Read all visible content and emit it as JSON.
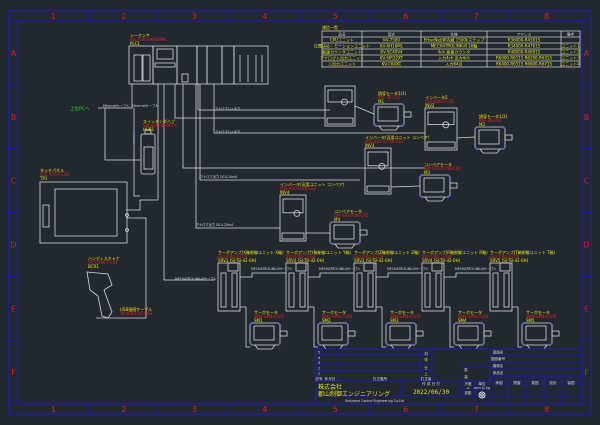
{
  "frame": {
    "columns": [
      "1",
      "2",
      "3",
      "4",
      "5",
      "6",
      "7",
      "8"
    ],
    "rows": [
      "A",
      "B",
      "C",
      "D",
      "E",
      "F"
    ]
  },
  "device_table": {
    "title": "通信一覧",
    "headers": [
      "品名",
      "型式",
      "仕様",
      "アドレス",
      "備考"
    ],
    "rows": [
      [
        "CPUユニット",
        "KV-7500",
        "EtherNet/IP内蔵 1500kステップ",
        "R36000-R43915",
        ""
      ],
      [
        "位置決め・モーションユニット",
        "KV-XH16ML",
        "MECHATROLINK-III 16軸",
        "R34000-R47615",
        "ユニット1"
      ],
      [
        "高速カウンタユニット",
        "KV-SC40V4",
        "4ch 高速カウンタ",
        "R48000-R49915",
        "ユニット2"
      ],
      [
        "アナログ入出力ユニット",
        "KV-SIR32XT",
        "入力4ch 出力4ch",
        "R6000-R6115 R6200-R6315",
        "ユニット3"
      ],
      [
        "入出力ユニット",
        "KV-C64XC",
        "入力64点",
        "R6400-R6515 R6600-R6715",
        "ユニット4"
      ]
    ]
  },
  "components": {
    "plc": {
      "l1": "シーケンサ",
      "l2": "KV-7500+XH16ML",
      "l3": "PLC1"
    },
    "external_lan": "上位PCへ",
    "lan_cable1": "Ethernetケーブル",
    "lan_cable2": "Ethernetケーブル",
    "switch": {
      "l1": "スイッチングハブ",
      "l2": "SW-HUB-8PORT-C",
      "l3": "HUB1"
    },
    "hmi": {
      "l1": "タッチパネル",
      "l2": "VT5-X15-T-C01",
      "l3": "TP1"
    },
    "scanner": {
      "l1": "ハンディスキャナ",
      "l2": "SR-G100-T-C01",
      "l3": "BCR1"
    },
    "scanner_cable": {
      "l1": "USB接続ケーブル",
      "l2": "OP-88013-T-C03"
    },
    "hmi_cable": "Ethernetケーブル",
    "inv1": {
      "l1": "インバータ1",
      "l3": "INV1"
    },
    "motor1": {
      "l1": "誘導モータ1(1)",
      "l2": "IMF-TB-C01",
      "l3": "M1"
    },
    "inv2": {
      "l1": "インバータ2",
      "l2": "FRE-800-T-C01",
      "l3": "INV2"
    },
    "motor2": {
      "l1": "誘導モータ1(2)",
      "l2": "IMF-TB-C02",
      "l3": "M2"
    },
    "inv3": {
      "l1": "インバータ(汎用ユニット コンベア)",
      "l2": "FRE-820-0.75K-C01",
      "l3": "INV3"
    },
    "motor3": {
      "l1": "コンベアモータ",
      "l2": "GM-SSY-0.75K-C01",
      "l3": "M3"
    },
    "inv4": {
      "l1": "インバータ(汎用ユニット コンベア)",
      "l2": "FRE-820-0.4K-C02",
      "l3": "INV4"
    },
    "motor4": {
      "l1": "コンベアモータ",
      "l2": "GM-SSY-0.4K-C02",
      "l3": "M4"
    },
    "net1": "アナログ1/入出力",
    "net2": "アナログ1/入出力",
    "net3": "アナログ出力 DC4-20mA",
    "net4": "アナログ出力 DC4-20mA",
    "servo_bus": "MECHATROLINK-IIIケーブル",
    "servo_drives": [
      {
        "l1": "サーボアンプ(X軸制御ユニット X軸)",
        "l2": "SV2-040-T-C01",
        "l3": "SRV1 (SJ-TB-42-0H)"
      },
      {
        "l1": "サーボアンプ(Y軸制御ユニット Y軸)",
        "l2": "SV2-040-T-C02",
        "l3": "SRV2 (SJ-TB-42-0H)"
      },
      {
        "l1": "サーボアンプ(Z軸制御ユニット Z軸)",
        "l2": "SV2-040-T-C03",
        "l3": "SRV3 (SJ-TB-42-0H)"
      },
      {
        "l1": "サーボアンプ(R軸制御ユニット R軸)",
        "l2": "SV2-040-T-C04",
        "l3": "SRV4 (SJ-TB-42-0H)"
      },
      {
        "l1": "サーボアンプ(T軸制御ユニット T軸)",
        "l2": "SV2-040-T-C05",
        "l3": "SRV5 (SJ-TB-42-0H)"
      }
    ],
    "servo_links": [
      "MECHATROLINK-IIIケーブル",
      "MECHATROLINK-IIIケーブル",
      "MECHATROLINK-IIIケーブル",
      "MECHATROLINK-IIIケーブル"
    ],
    "servo_motors": [
      {
        "l1": "サーボモータ",
        "l2": "SMS-SM42-C01",
        "l3": "SM1"
      },
      {
        "l1": "サーボモータ",
        "l2": "SMS-SM42-C02",
        "l3": "SM2"
      },
      {
        "l1": "サーボモータ",
        "l2": "SMS-SM42-C03",
        "l3": "SM3"
      },
      {
        "l1": "サーボモータ",
        "l2": "SMS-SM42-C04",
        "l3": "SM4"
      },
      {
        "l1": "サーボモータ",
        "l2": "SMS-SM42-C05",
        "l3": "SM5"
      }
    ]
  },
  "title_block": {
    "revisions": [
      "5",
      "4",
      "3",
      "2",
      "1"
    ],
    "rev_label": "記号",
    "rev_date": "年月日",
    "rev_content": "訂正箇所",
    "rev_by": "訂正者",
    "material": [
      "材",
      "質"
    ],
    "finish": [
      "仕",
      "上"
    ],
    "qty": [
      "数",
      "量"
    ],
    "drawing_name": "図面名",
    "drawing_no": "図面番号",
    "machine": "機械名",
    "parts_name": "部品名",
    "company_l1": "株式会社",
    "company_l2": "郡山制御エンジニアリング",
    "company_en": "Koriyama Control Engineering Co.Ltd",
    "date_label": "作 成 日 付",
    "date": "2022/06/30",
    "scale_label": "尺度",
    "scale": "=",
    "projection": "投影",
    "unit_label": "単位",
    "unit": "mm & kg",
    "approvals": [
      "承認",
      "照査",
      "検図",
      "設計",
      "製図"
    ]
  }
}
